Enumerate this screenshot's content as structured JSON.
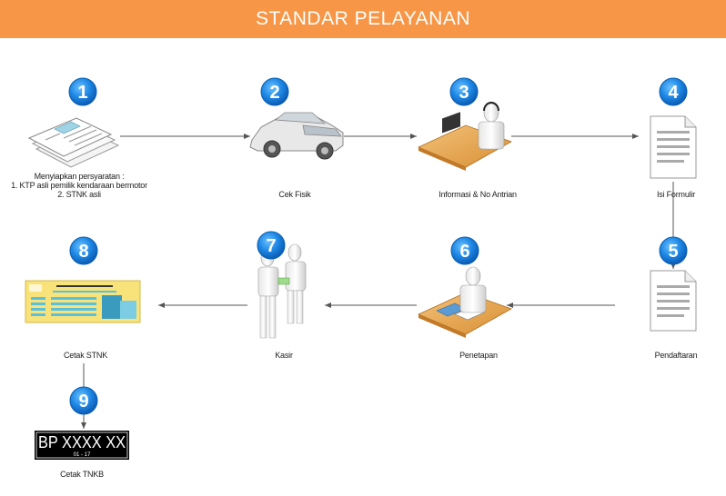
{
  "header": {
    "title": "STANDAR PELAYANAN"
  },
  "steps": [
    {
      "number": "1",
      "label_lines": [
        "Menyiapkan persyaratan :",
        "1. KTP asli pemilik kendaraan bermotor",
        "2. STNK asli"
      ]
    },
    {
      "number": "2",
      "label": "Cek Fisik"
    },
    {
      "number": "3",
      "label": "Informasi & No Antrian"
    },
    {
      "number": "4",
      "label": "Isi Formulir"
    },
    {
      "number": "5",
      "label": "Pendaftaran"
    },
    {
      "number": "6",
      "label": "Penetapan"
    },
    {
      "number": "7",
      "label": "Kasir"
    },
    {
      "number": "8",
      "label": "Cetak STNK"
    },
    {
      "number": "9",
      "label": "Cetak TNKB"
    }
  ],
  "plate": {
    "number": "BP XXXX XX",
    "date": "01 - 17"
  },
  "colors": {
    "header": "#f79646",
    "badge": "#1e88e5",
    "arrow": "#555555",
    "stnk_card": "#f7e37a",
    "stnk_accent": "#5bc0de"
  }
}
